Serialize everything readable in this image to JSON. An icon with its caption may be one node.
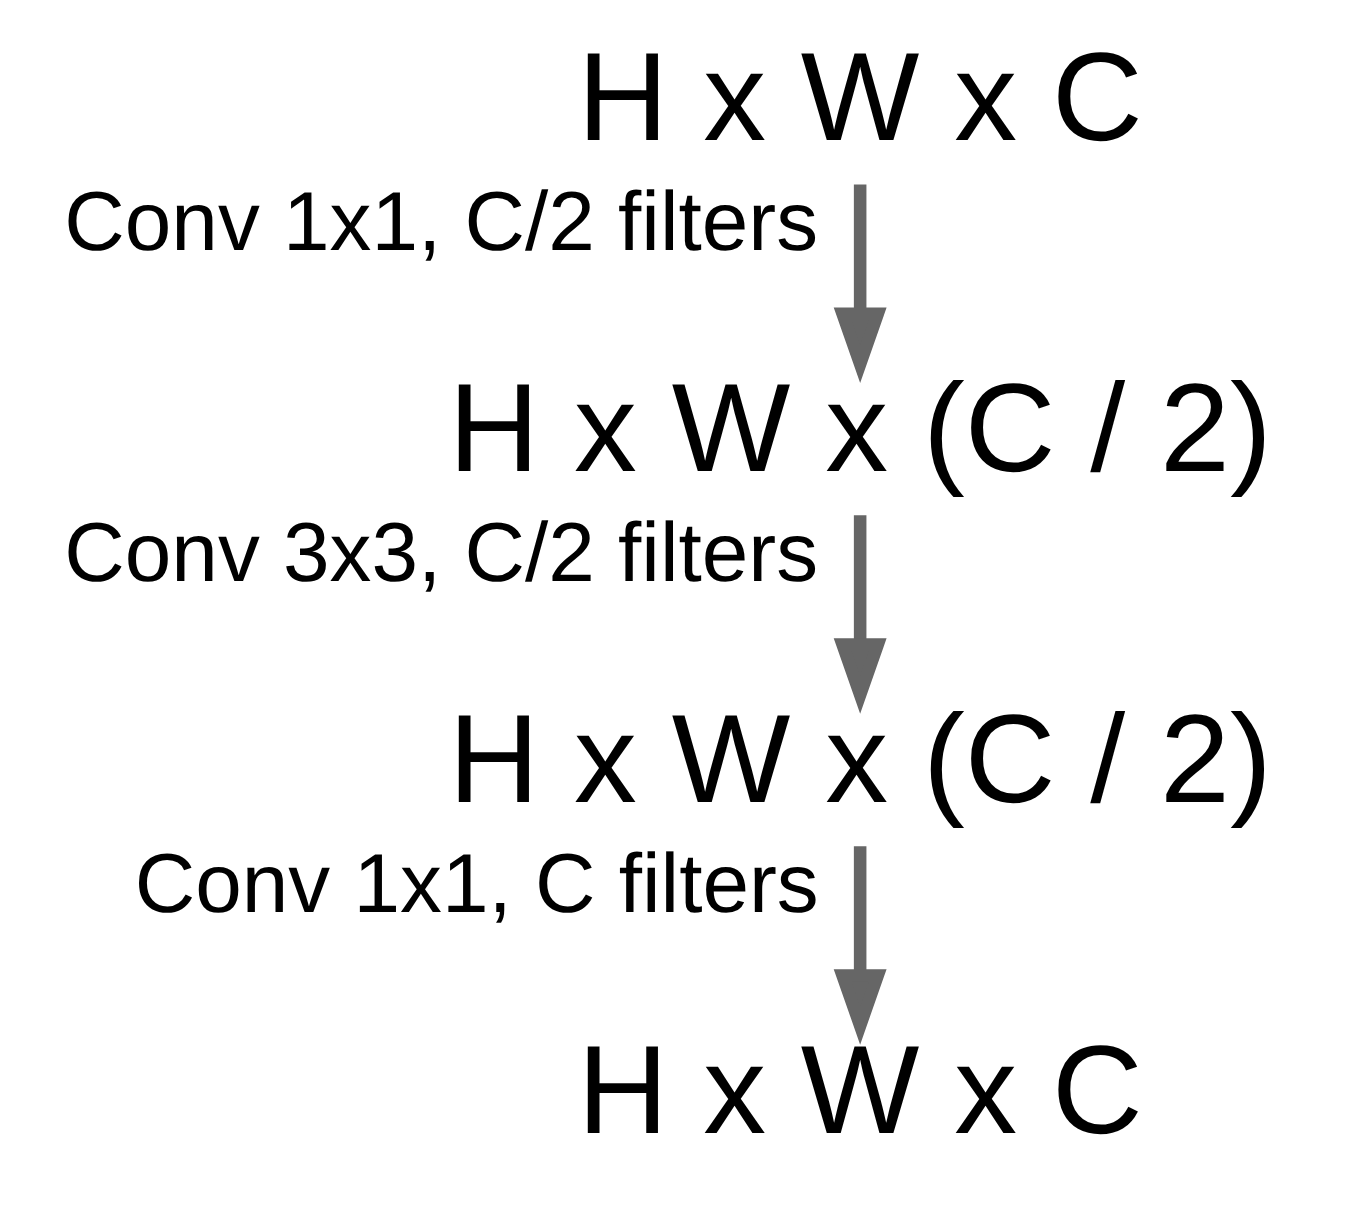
{
  "diagram": {
    "nodes": [
      {
        "text": [
          "H x W x C"
        ]
      },
      {
        "text": [
          "H x W x (C / 2)"
        ]
      },
      {
        "text": [
          "H x W x (C / 2)"
        ]
      },
      {
        "text": [
          "H x W x C"
        ]
      }
    ],
    "edges": [
      {
        "from": 0,
        "to": 1,
        "arrow": "to",
        "label": "Conv 1x1, C/2 filters"
      },
      {
        "from": 1,
        "to": 2,
        "arrow": "to",
        "label": "Conv 3x3, C/2 filters"
      },
      {
        "from": 2,
        "to": 3,
        "arrow": "to",
        "label": "Conv 1x1, C filters"
      }
    ]
  }
}
